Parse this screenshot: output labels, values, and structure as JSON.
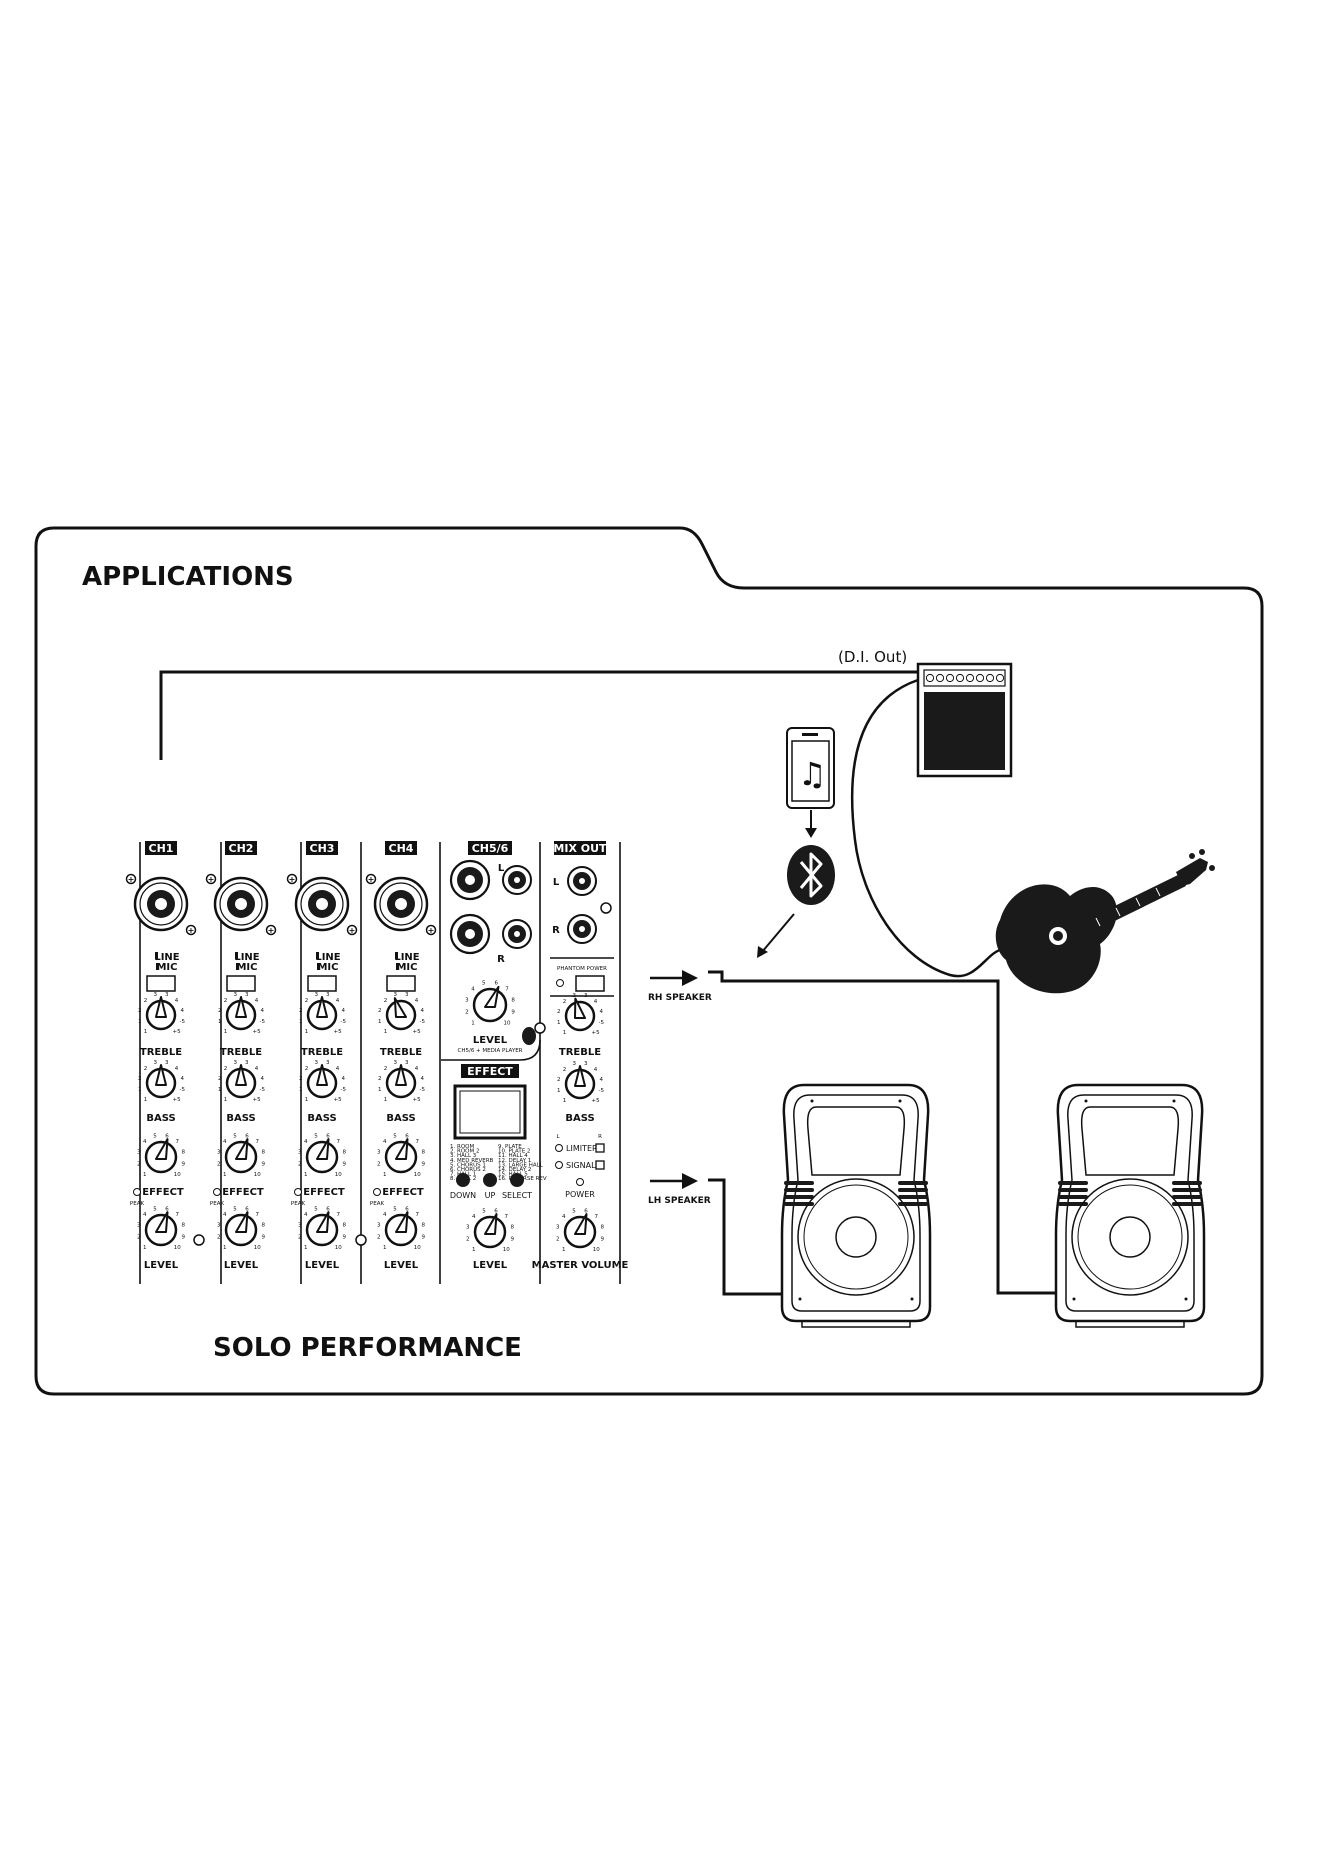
{
  "header": {
    "title": "APPLICATIONS"
  },
  "caption": "SOLO PERFORMANCE",
  "di_out_label": "(D.I. Out)",
  "mixer": {
    "channels": [
      {
        "name": "CH1",
        "switch_line": "LINE",
        "switch_mic": "MIC",
        "treble": "TREBLE",
        "bass": "BASS",
        "effect": "EFFECT",
        "peak": "PEAK",
        "level": "LEVEL"
      },
      {
        "name": "CH2",
        "switch_line": "LINE",
        "switch_mic": "MIC",
        "treble": "TREBLE",
        "bass": "BASS",
        "effect": "EFFECT",
        "peak": "PEAK",
        "level": "LEVEL"
      },
      {
        "name": "CH3",
        "switch_line": "LINE",
        "switch_mic": "MIC",
        "treble": "TREBLE",
        "bass": "BASS",
        "effect": "EFFECT",
        "peak": "PEAK",
        "level": "LEVEL"
      },
      {
        "name": "CH4",
        "switch_line": "LINE",
        "switch_mic": "MIC",
        "treble": "TREBLE",
        "bass": "BASS",
        "effect": "EFFECT",
        "peak": "PEAK",
        "level": "LEVEL"
      }
    ],
    "ch56": {
      "name": "CH5/6",
      "left": "L",
      "right": "R",
      "level": "LEVEL",
      "sub": "CH5/6 + MEDIA PLAYER"
    },
    "effect": {
      "name": "EFFECT",
      "presets": [
        "1. ROOM",
        "2. ROOM 2",
        "3. HALL 3",
        "4. MED REVERB",
        "5. CHORUS 1",
        "6. CHORUS 2",
        "7. HALL 1",
        "8. HALL 2",
        "9. PLATE",
        "10. PLATE 2",
        "11. HALL 4",
        "12. DELAY 1",
        "13. LARGE HALL",
        "14. DELAY 2",
        "15. HALL 5",
        "16. REVERSE REV"
      ],
      "buttons": [
        "DOWN",
        "UP",
        "SELECT"
      ],
      "level": "LEVEL"
    },
    "mixout": {
      "name": "MIX OUT",
      "left": "L",
      "right": "R",
      "phantom": "PHANTOM POWER",
      "treble": "TREBLE",
      "bass": "BASS",
      "limiter": "LIMITER",
      "signal": "SIGNAL",
      "power": "POWER",
      "master": "MASTER VOLUME"
    },
    "knob_scale_tone": [
      "1",
      "1",
      "2",
      "2",
      "3",
      "3",
      "4",
      "4",
      "-5",
      "+5"
    ],
    "knob_scale_level": [
      "1",
      "2",
      "3",
      "4",
      "5",
      "6",
      "7",
      "8",
      "9",
      "10"
    ]
  },
  "speakers": {
    "rh": "RH SPEAKER",
    "lh": "LH SPEAKER"
  }
}
